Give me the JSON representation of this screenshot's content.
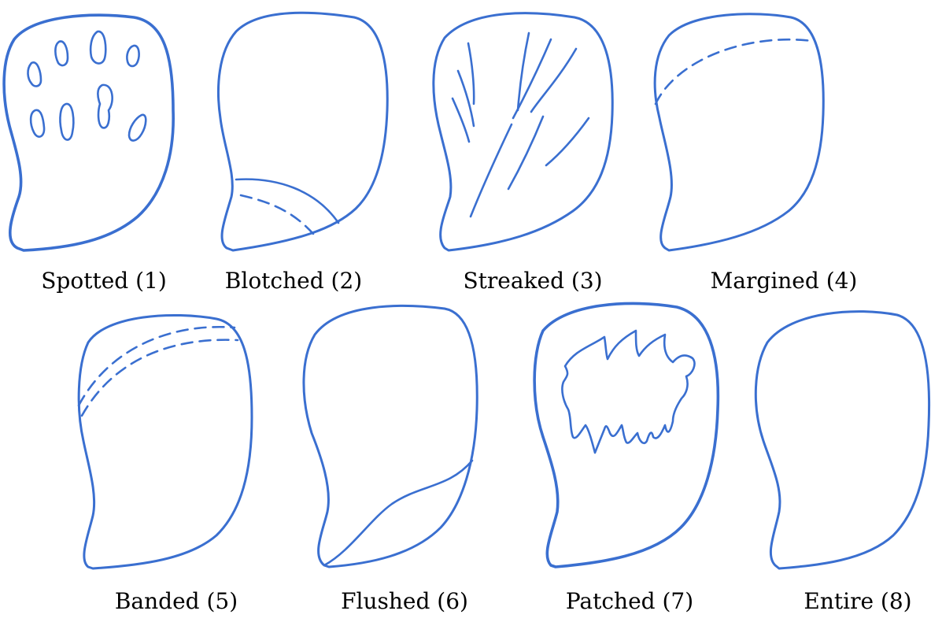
{
  "title": "",
  "colors": {
    "stroke": "#3a6fd0",
    "text": "#000000",
    "background": "#ffffff"
  },
  "patterns": [
    {
      "name": "Spotted",
      "code": "(1)",
      "label": "Spotted (1)"
    },
    {
      "name": "Blotched",
      "code": "(2)",
      "label": "Blotched (2)"
    },
    {
      "name": "Streaked",
      "code": "(3)",
      "label": "Streaked (3)"
    },
    {
      "name": "Margined",
      "code": "(4)",
      "label": "Margined (4)"
    },
    {
      "name": "Banded",
      "code": "(5)",
      "label": "Banded (5)"
    },
    {
      "name": "Flushed",
      "code": "(6)",
      "label": "Flushed (6)"
    },
    {
      "name": "Patched",
      "code": "(7)",
      "label": "Patched (7)"
    },
    {
      "name": "Entire",
      "code": "(8)",
      "label": "Entire (8)"
    }
  ]
}
